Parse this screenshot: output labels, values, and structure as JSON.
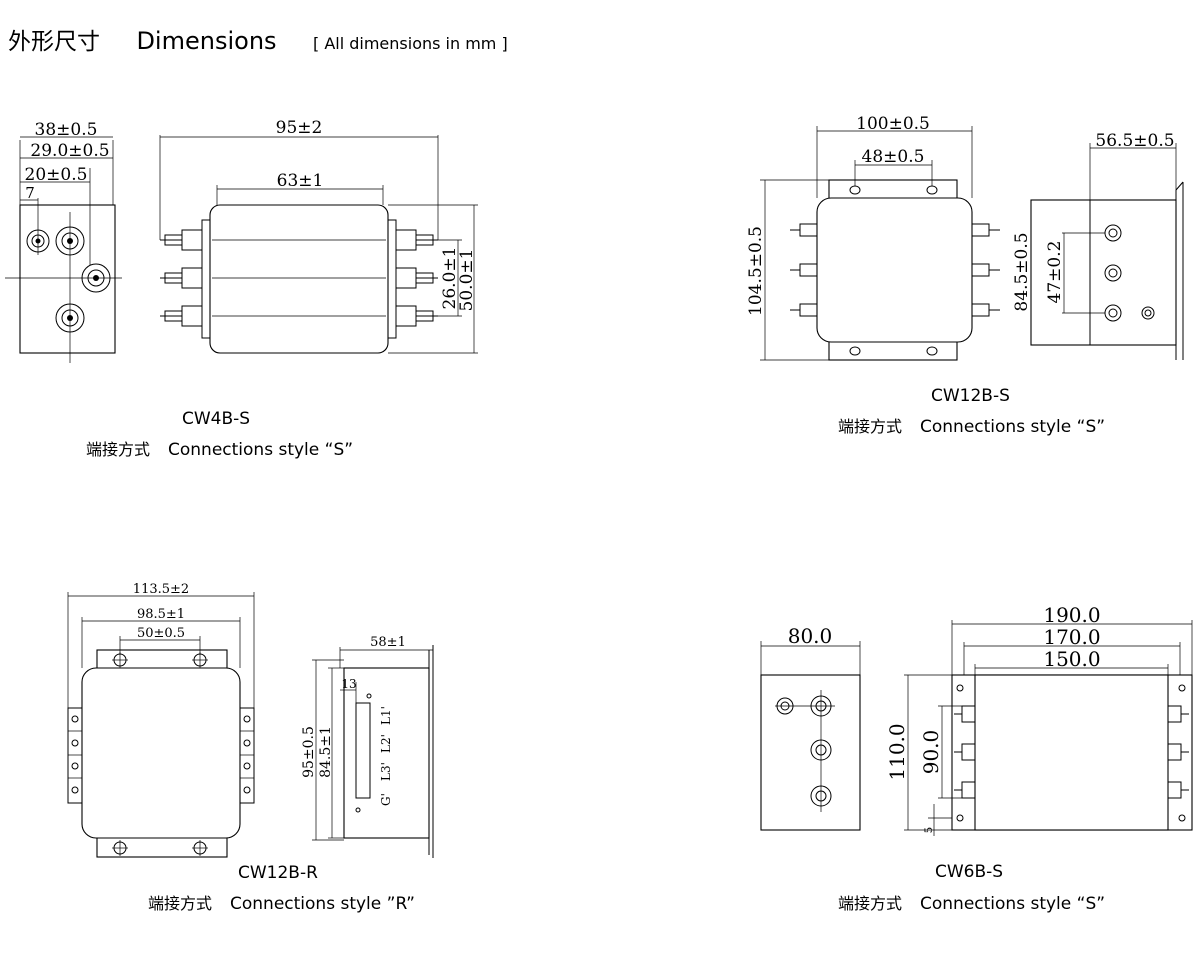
{
  "header": {
    "cn_title": "外形尺寸",
    "en_title": "Dimensions",
    "unit_note": "[ All dimensions in mm ]"
  },
  "diagrams": {
    "cw4b": {
      "model": "CW4B-S",
      "style_cn": "端接方式",
      "style_en": "Connections style “S”",
      "dims": {
        "d38": "38±0.5",
        "d29": "29.0±0.5",
        "d20": "20±0.5",
        "d7": "7",
        "d95": "95±2",
        "d63": "63±1",
        "d26": "26.0±1",
        "d50": "50.0±1"
      }
    },
    "cw12b_s": {
      "model": "CW12B-S",
      "style_cn": "端接方式",
      "style_en": "Connections style “S”",
      "dims": {
        "d100": "100±0.5",
        "d48": "48±0.5",
        "d104": "104.5±0.5",
        "d56": "56.5±0.5",
        "d84": "84.5±0.5",
        "d47": "47±0.2"
      }
    },
    "cw12b_r": {
      "model": "CW12B-R",
      "style_cn": "端接方式",
      "style_en": "Connections style ”R”",
      "dims": {
        "d113": "113.5±2",
        "d98": "98.5±1",
        "d50": "50±0.5",
        "d58": "58±1",
        "d13": "13",
        "d95": "95±0.5",
        "d84": "84.5±1"
      },
      "terminal_labels": [
        "L1'",
        "L2'",
        "L3'",
        "G'"
      ]
    },
    "cw6b": {
      "model": "CW6B-S",
      "style_cn": "端接方式",
      "style_en": "Connections style “S”",
      "dims": {
        "d80": "80.0",
        "d190": "190.0",
        "d170": "170.0",
        "d150": "150.0",
        "d110": "110.0",
        "d90": "90.0",
        "d5": "5"
      }
    }
  }
}
